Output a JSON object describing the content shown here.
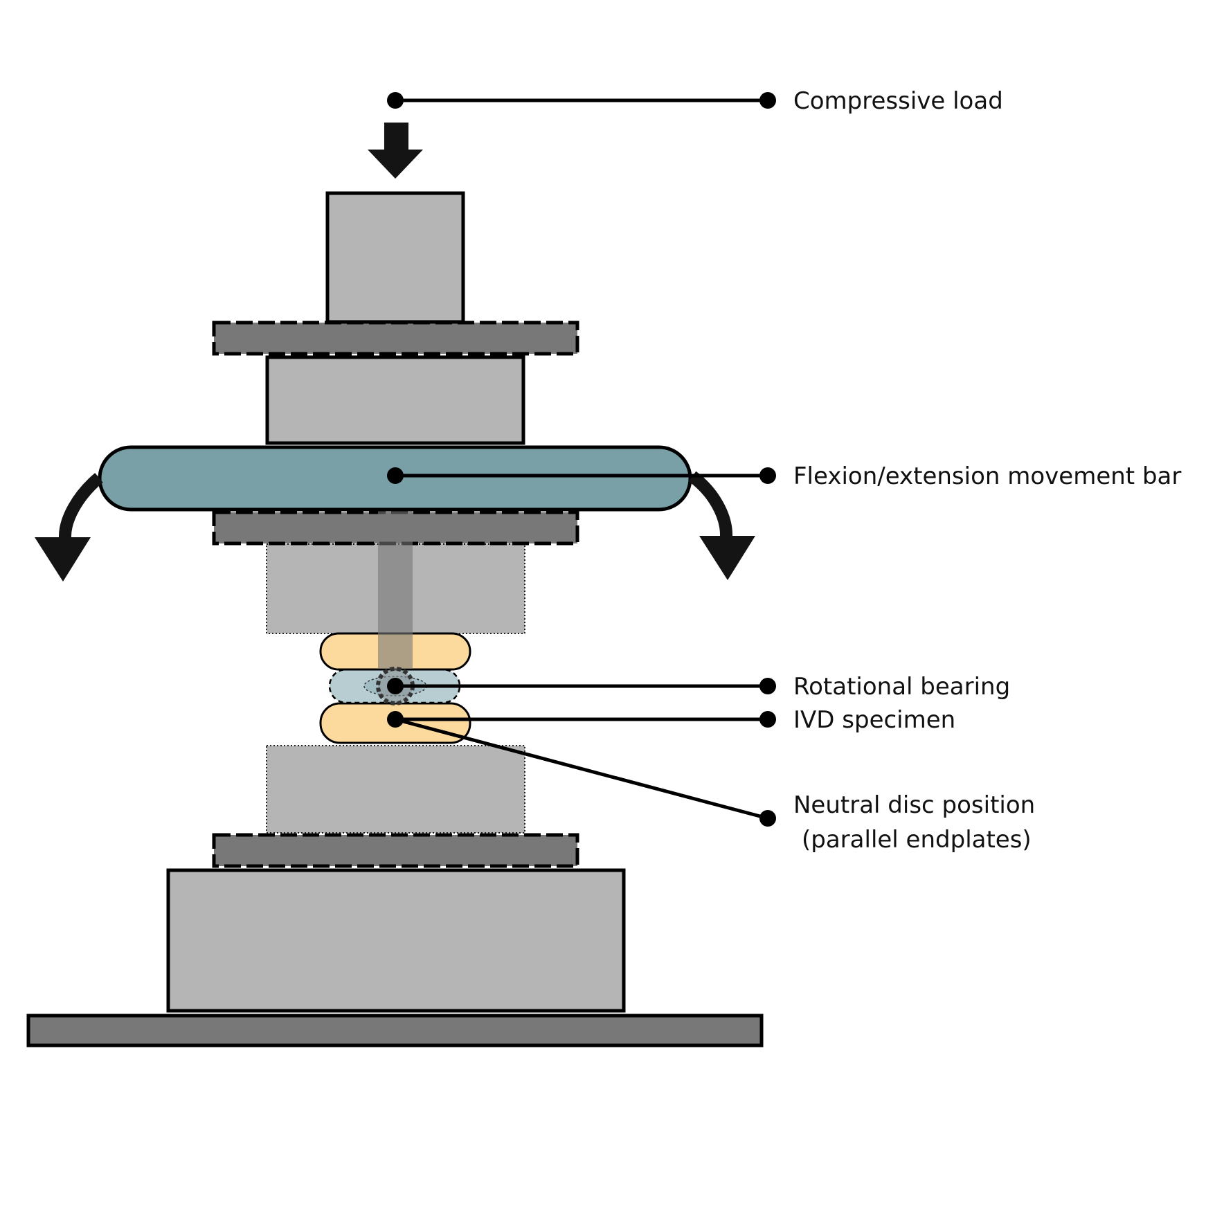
{
  "labels": {
    "compressive_load": "Compressive load",
    "movement_bar": "Flexion/extension movement bar",
    "rotational_bearing": "Rotational bearing",
    "ivd_specimen": "IVD specimen",
    "neutral_line1": "Neutral disc position",
    "neutral_line2": "(parallel endplates)"
  },
  "colors": {
    "light_gray": "#b5b5b5",
    "dark_gray": "#787878",
    "teal_bar": "#78a0a6",
    "bearing": "#b7cdd1",
    "specimen": "#fcd99c",
    "shaft": "#8f8f8f",
    "ink": "#141414"
  }
}
